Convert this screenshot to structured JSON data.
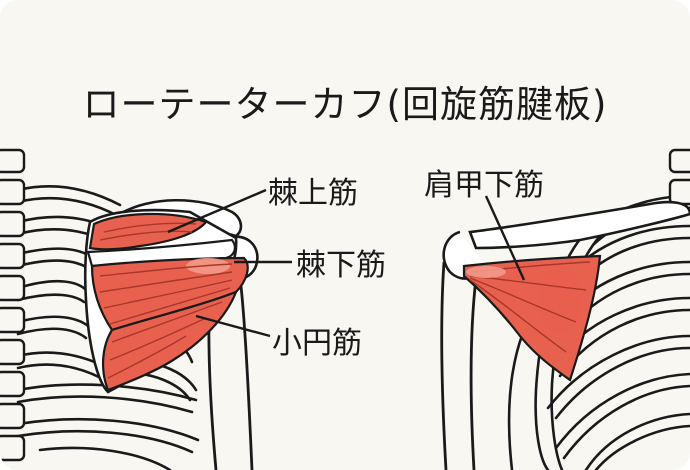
{
  "title": "ローテーターカフ(回旋筋腱板)",
  "labels": {
    "supraspinatus": "棘上筋",
    "infraspinatus": "棘下筋",
    "teres_minor": "小円筋",
    "subscapularis": "肩甲下筋"
  },
  "colors": {
    "muscle": "#e8604e",
    "muscle_light": "#f29a8a",
    "outline": "#1a1a1a",
    "background": "#f8f7f2"
  }
}
